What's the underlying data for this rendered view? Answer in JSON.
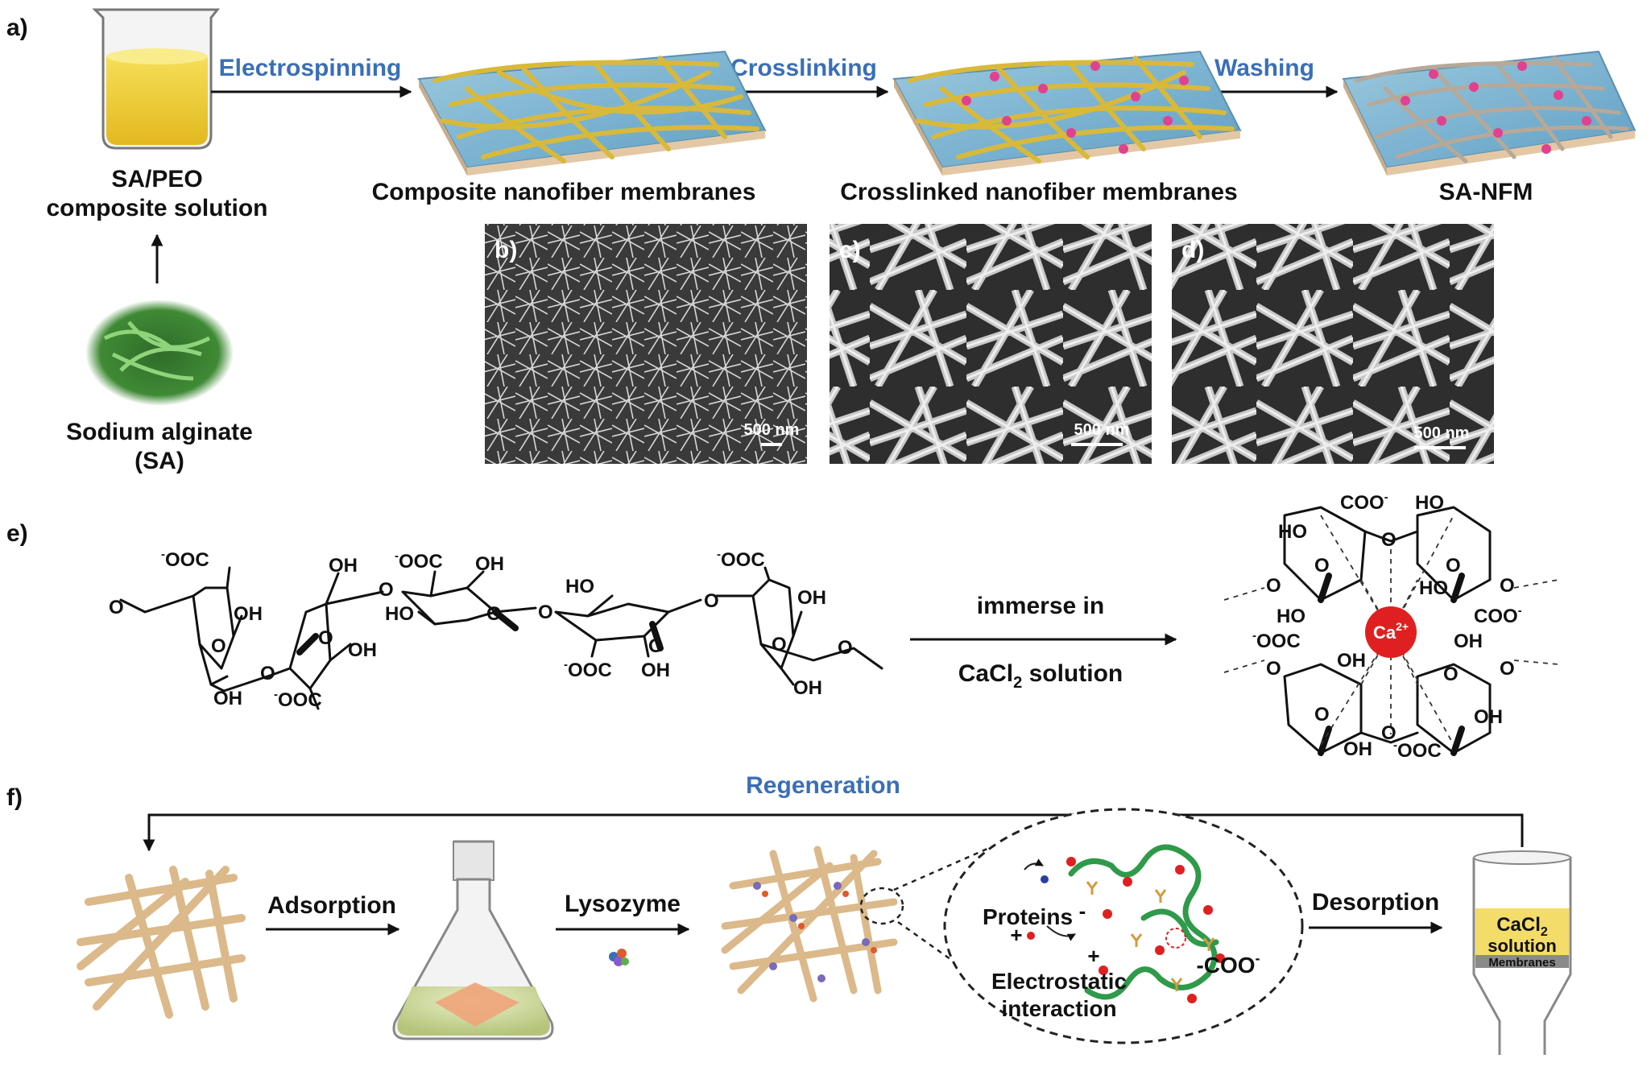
{
  "panels": {
    "a": "a)",
    "b": "b)",
    "c": "c)",
    "d": "d)",
    "e": "e)",
    "f": "f)"
  },
  "panel_a": {
    "beaker_label_line1": "SA/PEO",
    "beaker_label_line2": "composite solution",
    "alginate_label_line1": "Sodium alginate",
    "alginate_label_line2": "(SA)",
    "step1": "Electrospinning",
    "step2": "Crosslinking",
    "step3": "Washing",
    "membrane1_label": "Composite nanofiber membranes",
    "membrane2_label": "Crosslinked nanofiber membranes",
    "membrane3_label": "SA-NFM",
    "scale_bar": "500 nm"
  },
  "panel_e": {
    "arrow_top": "immerse in",
    "arrow_bottom_main": "CaCl",
    "arrow_bottom_sub": "2",
    "arrow_bottom_tail": " solution",
    "ion": "Ca",
    "ion_charge": "2+",
    "groups": {
      "ooc": "OOC",
      "coo": "COO",
      "minus": "-",
      "oh": "OH",
      "ho": "HO",
      "o": "O"
    }
  },
  "panel_f": {
    "regeneration": "Regeneration",
    "adsorption": "Adsorption",
    "lysozyme": "Lysozyme",
    "desorption": "Desorption",
    "proteins": "Proteins",
    "electrostatic_line1": "Electrostatic",
    "electrostatic_line2": "interaction",
    "carboxylate": "-COO",
    "carboxylate_charge": "-",
    "plus": "+",
    "minus": "-",
    "column_solution_line1": "CaCl",
    "column_solution_sub": "2",
    "column_solution_line2": "solution",
    "column_membranes": "Membranes"
  },
  "colors": {
    "accent_blue": "#3a6fb7",
    "fiber_yellow": "#d9b93a",
    "fiber_tan": "#dcb98a",
    "membrane_blue": "#7fb3cf",
    "crosslink_pink": "#e0428f",
    "calcium_red": "#e02020",
    "protein_green": "#2f9a4a"
  }
}
